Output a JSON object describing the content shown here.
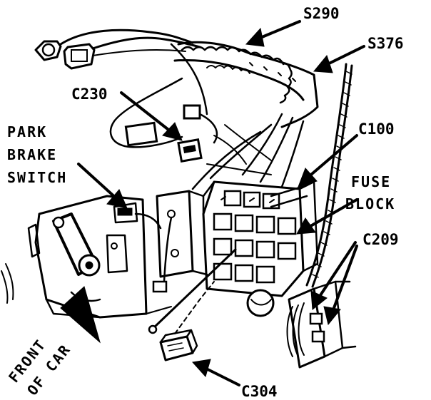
{
  "labels": {
    "s290": "S290",
    "s376": "S376",
    "c230": "C230",
    "park_brake_switch": [
      "PARK",
      "BRAKE",
      "SWITCH"
    ],
    "c100": "C100",
    "fuse_block": [
      "FUSE",
      "BLOCK"
    ],
    "c209": "C209",
    "front_of_car": [
      "FRONT",
      "OF CAR"
    ],
    "c304": "C304"
  },
  "colors": {
    "ink": "#000000",
    "paper": "#ffffff"
  }
}
